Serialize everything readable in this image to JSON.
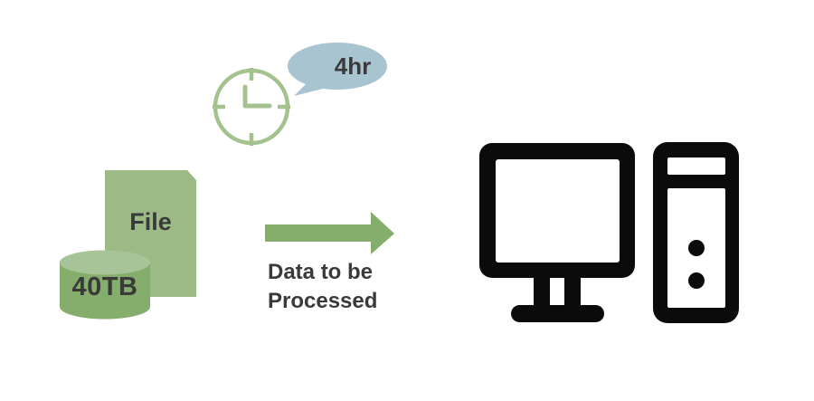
{
  "diagram": {
    "bubble_label": "4hr",
    "file_label": "File",
    "capacity_label": "40TB",
    "arrow_caption": "Data to be\nProcessed"
  },
  "icons": {
    "clock": "clock-icon",
    "speech_bubble": "speech-bubble",
    "file": "file-icon",
    "database": "database-cylinder-icon",
    "arrow": "arrow-right-icon",
    "computer": "desktop-computer-icon"
  },
  "colors": {
    "background": "#ffffff",
    "file_green": "#9bba86",
    "cyl_green": "#85ae6c",
    "cyl_top_green": "#a6c498",
    "clock_green": "#a3c28e",
    "arrow_green": "#85ae6c",
    "bubble_blue": "#a9c4d1",
    "text_dark": "#3a3a3a",
    "icon_black": "#0b0b0b"
  }
}
